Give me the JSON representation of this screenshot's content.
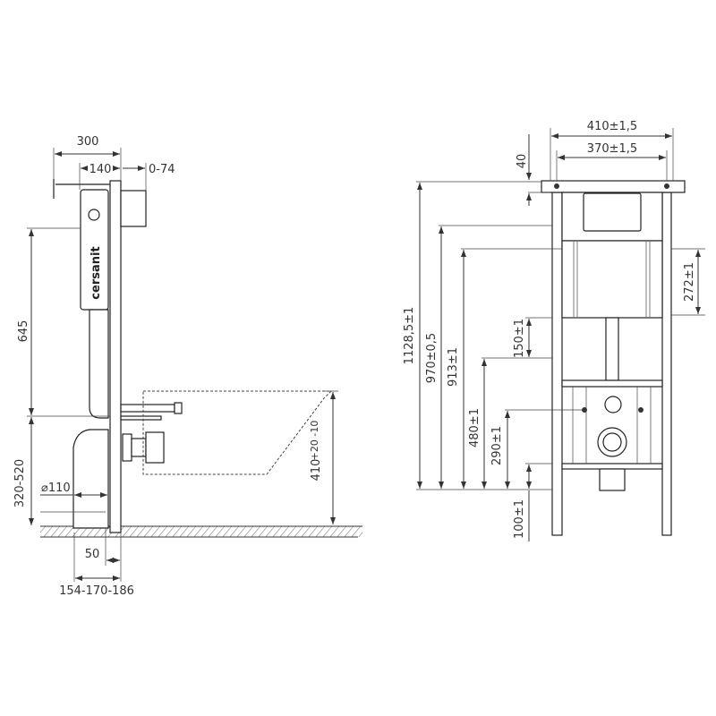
{
  "side_view": {
    "brand_label": "cersanit",
    "dims": {
      "depth_total": "300",
      "depth_tank": "140",
      "depth_adjust": "0-74",
      "tank_height": "645",
      "bottom_range": "320-520",
      "pipe_diameter": "⌀110",
      "frame_offset": "50",
      "drain_offsets": "154-170-186",
      "bowl_height": "410",
      "bowl_tolerance": "+20 -10"
    }
  },
  "front_view": {
    "dims": {
      "outer_width": "410±1,5",
      "inner_width": "370±1,5",
      "top_offset": "40",
      "total_height": "1128,5±1",
      "height_970": "970±0,5",
      "height_913": "913±1",
      "height_480": "480±1",
      "height_290": "290±1",
      "height_100": "100±1",
      "height_150": "150±1",
      "tank_272": "272±1"
    }
  }
}
